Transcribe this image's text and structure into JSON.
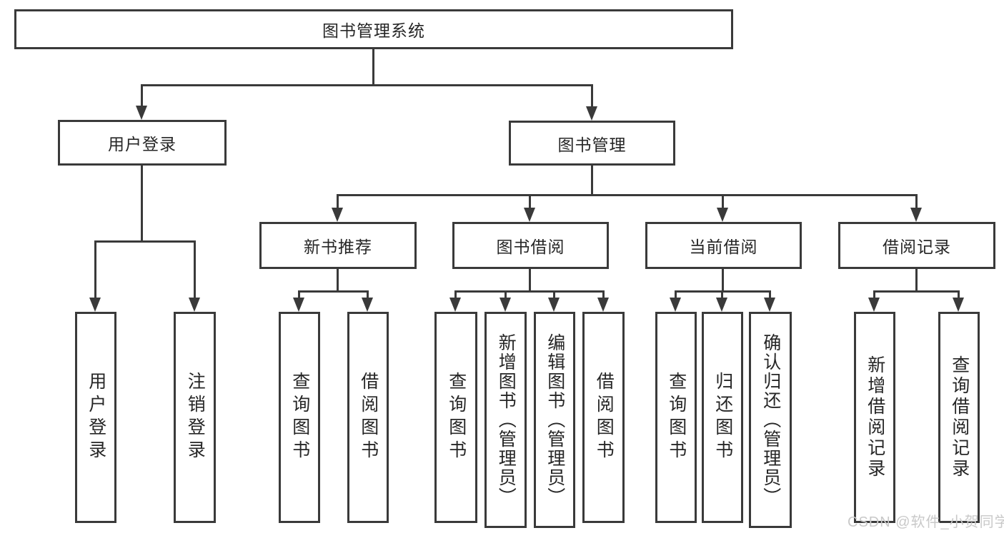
{
  "diagram": {
    "root": "图书管理系统",
    "user_branch": {
      "label": "用户登录",
      "children": {
        "user_login": "用户登录",
        "logout": "注销登录"
      }
    },
    "book_branch": {
      "label": "图书管理",
      "groups": {
        "new_book": {
          "label": "新书推荐",
          "children": {
            "query_book": "查询图书",
            "borrow_book": "借阅图书"
          }
        },
        "borrow": {
          "label": "图书借阅",
          "children": {
            "query_book": "查询图书",
            "add_book": "新增图书（管理员）",
            "edit_book": "编辑图书（管理员）",
            "borrow_book": "借阅图书"
          }
        },
        "current": {
          "label": "当前借阅",
          "children": {
            "query_book": "查询图书",
            "return_book": "归还图书",
            "confirm_return": "确认归还（管理员）"
          }
        },
        "records": {
          "label": "借阅记录",
          "children": {
            "add_record": "新增借阅记录",
            "query_record": "查询借阅记录"
          }
        }
      }
    }
  },
  "watermark": {
    "text": "CSDN @软件_小贺同学"
  },
  "colors": {
    "line": "#3a3a3a",
    "box_border": "#3a3a3a",
    "box_fill": "#ffffff",
    "text": "#262626",
    "watermark": "#c9c9c9",
    "background": "#ffffff"
  }
}
